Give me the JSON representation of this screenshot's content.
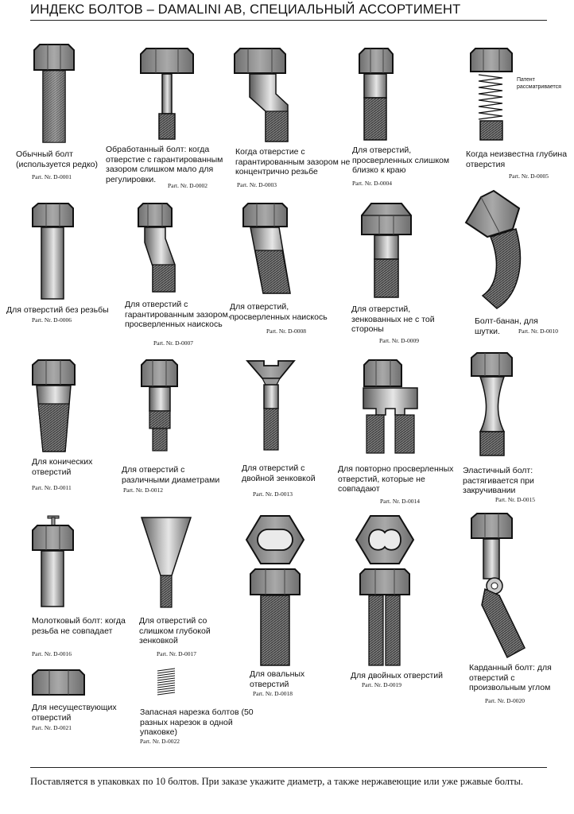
{
  "title": "ИНДЕКС БОЛТОВ – DAMALINI AB, СПЕЦИАЛЬНЫЙ АССОРТИМЕНТ",
  "patent_note": "Патент рассматривается",
  "items": [
    {
      "caption": "Обычный болт (используется редко)",
      "part": "Part. Nr. D-0001",
      "icon": "standard-bolt-icon"
    },
    {
      "caption": "Обработанный болт: когда отверстие с гарантированным зазором слишком мало для регулировки.",
      "part": "Part. Nr. D-0002",
      "icon": "machined-bolt-icon"
    },
    {
      "caption": "Когда отверстие с гарантированным зазором не концентрично резьбе",
      "part": "Part. Nr. D-0003",
      "icon": "offset-bolt-icon"
    },
    {
      "caption": "Для отверстий, просверленных слишком близко к краю",
      "part": "Part. Nr. D-0004",
      "icon": "edge-bolt-icon"
    },
    {
      "caption": "Когда неизвестна глубина отверстия",
      "part": "Part. Nr. D-0005",
      "icon": "spring-bolt-icon"
    },
    {
      "caption": "Для отверстий без резьбы",
      "part": "Part. Nr. D-0006",
      "icon": "unthreaded-bolt-icon"
    },
    {
      "caption": "Для отверстий с гарантированным зазором, просверленных наискось",
      "part": "Part. Nr. D-0007",
      "icon": "bent-bolt-icon"
    },
    {
      "caption": "Для отверстий, просверленных наискось",
      "part": "Part. Nr. D-0008",
      "icon": "slanted-bolt-icon"
    },
    {
      "caption": "Для отверстий, зенкованных не с той стороны",
      "part": "Part. Nr. D-0009",
      "icon": "countersink-wrong-side-bolt-icon"
    },
    {
      "caption": "Болт-банан, для шутки.",
      "part": "Part. Nr. D-0010",
      "icon": "banana-bolt-icon"
    },
    {
      "caption": "Для конических отверстий",
      "part": "Part. Nr. D-0011",
      "icon": "conical-bolt-icon"
    },
    {
      "caption": "Для отверстий с различными диаметрами",
      "part": "Part. Nr. D-0012",
      "icon": "stepped-bolt-icon"
    },
    {
      "caption": "Для отверстий с двойной зенковкой",
      "part": "Part. Nr. D-0013",
      "icon": "double-countersunk-bolt-icon"
    },
    {
      "caption": "Для повторно просверленных отверстий, которые не совпадают",
      "part": "Part. Nr. D-0014",
      "icon": "forked-bolt-icon"
    },
    {
      "caption": "Эластичный болт: растягивается при закручивании",
      "part": "Part. Nr. D-0015",
      "icon": "elastic-bolt-icon"
    },
    {
      "caption": "Молотковый болт: когда резьба не совпадает",
      "part": "Part. Nr. D-0016",
      "icon": "hammer-bolt-icon"
    },
    {
      "caption": "Для отверстий со слишком глубокой зенковкой",
      "part": "Part. Nr. D-0017",
      "icon": "funnel-bolt-icon"
    },
    {
      "caption": "Для овальных отверстий",
      "part": "Part. Nr. D-0018",
      "icon": "oval-bolt-icon"
    },
    {
      "caption": "Для двойных отверстий",
      "part": "Part. Nr. D-0019",
      "icon": "twin-bolt-icon"
    },
    {
      "caption": "Карданный болт: для отверстий с произвольным углом",
      "part": "Part. Nr. D-0020",
      "icon": "cardan-bolt-icon"
    },
    {
      "caption": "Для несуществующих отверстий",
      "part": "Part. Nr. D-0021",
      "icon": "head-only-bolt-icon"
    },
    {
      "caption": "Запасная нарезка болтов (50 разных нарезок в одной упаковке)",
      "part": "Part. Nr. D-0022",
      "icon": "spare-threads-icon"
    }
  ],
  "footer": "Поставляется в упаковках по 10 болтов. При заказе укажите диаметр, а также нержавеющие или уже ржавые болты.",
  "colors": {
    "metal": "#8a8a8a",
    "metal_dark": "#4a4a4a",
    "metal_light": "#d8d8d8",
    "line": "#111111"
  }
}
